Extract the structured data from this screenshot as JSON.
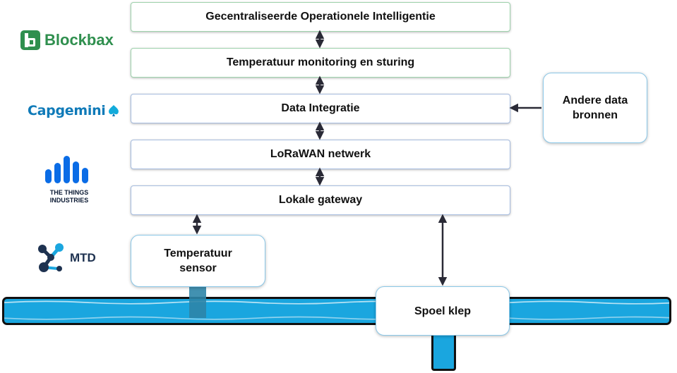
{
  "layers": {
    "gco": "Gecentraliseerde Operationele Intelligentie",
    "temp_monitoring": "Temperatuur monitoring en sturing",
    "data_integration": "Data Integratie",
    "lorawan": "LoRaWAN netwerk",
    "gateway": "Lokale gateway"
  },
  "boxes": {
    "other_sources": "Andere data bronnen",
    "temp_sensor": "Temperatuur sensor",
    "valve": "Spoel klep"
  },
  "logos": {
    "blockbax": "Blockbax",
    "capgemini": "Capgemini",
    "ttn_line1": "THE THINGS",
    "ttn_line2": "INDUSTRIES",
    "mtd": "MTD"
  },
  "colors": {
    "blockbax_green": "#2f8f4e",
    "capgemini_blue": "#0f7ab8",
    "ttn_blue": "#0a6ce6",
    "mtd_navy": "#1e3250",
    "pipe_water": "#1aa6df",
    "arrow": "#2a2a36"
  }
}
